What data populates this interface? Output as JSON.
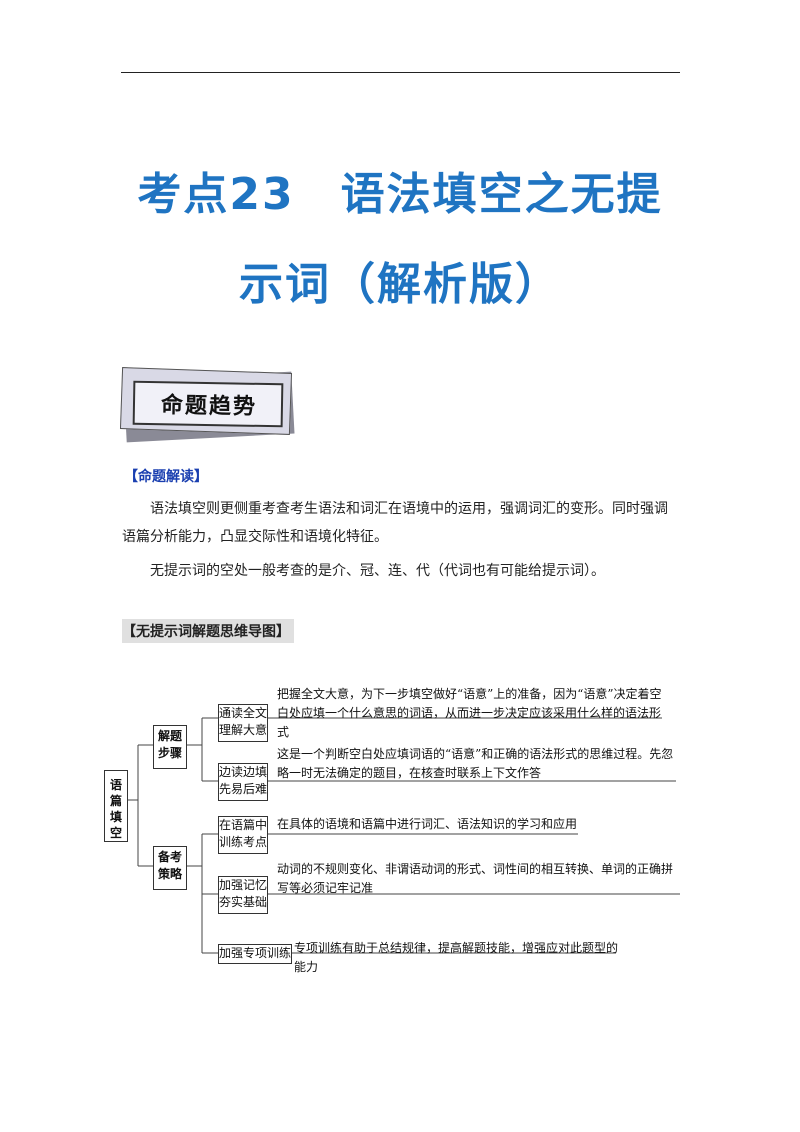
{
  "header": {
    "title_line1": "考点23　语法填空之无提",
    "title_line2": "示词（解析版）"
  },
  "badge": {
    "label": "命题趋势"
  },
  "section1": {
    "heading": "【命题解读】",
    "paragraph1": "语法填空则更侧重考查考生语法和词汇在语境中的运用，强调词汇的变形。同时强调语篇分析能力，凸显交际性和语境化特征。",
    "paragraph2": "无提示词的空处一般考查的是介、冠、连、代（代词也有可能给提示词）。"
  },
  "section2": {
    "heading": "【无提示词解题思维导图】"
  },
  "mindmap": {
    "root": "语篇填空",
    "branch1": {
      "label": "解题步骤",
      "leaf1": {
        "label": "通读全文理解大意",
        "desc": "把握全文大意，为下一步填空做好“语意”上的准备，因为“语意”决定着空白处应填一个什么意思的词语，从而进一步决定应该采用什么样的语法形式"
      },
      "leaf2": {
        "label": "边读边填先易后难",
        "desc": "这是一个判断空白处应填词语的“语意”和正确的语法形式的思维过程。先忽略一时无法确定的题目，在核查时联系上下文作答"
      }
    },
    "branch2": {
      "label": "备考策略",
      "leaf1": {
        "label": "在语篇中训练考点",
        "desc": "在具体的语境和语篇中进行词汇、语法知识的学习和应用"
      },
      "leaf2": {
        "label": "加强记忆夯实基础",
        "desc": "动词的不规则变化、非谓语动词的形式、词性间的相互转换、单词的正确拼写等必须记牢记准"
      },
      "leaf3": {
        "label": "加强专项训练",
        "desc": "专项训练有助于总结规律，提高解题技能，增强应对此题型的能力"
      }
    }
  },
  "colors": {
    "title": "#1f74c2",
    "heading": "#1a3fb0"
  }
}
